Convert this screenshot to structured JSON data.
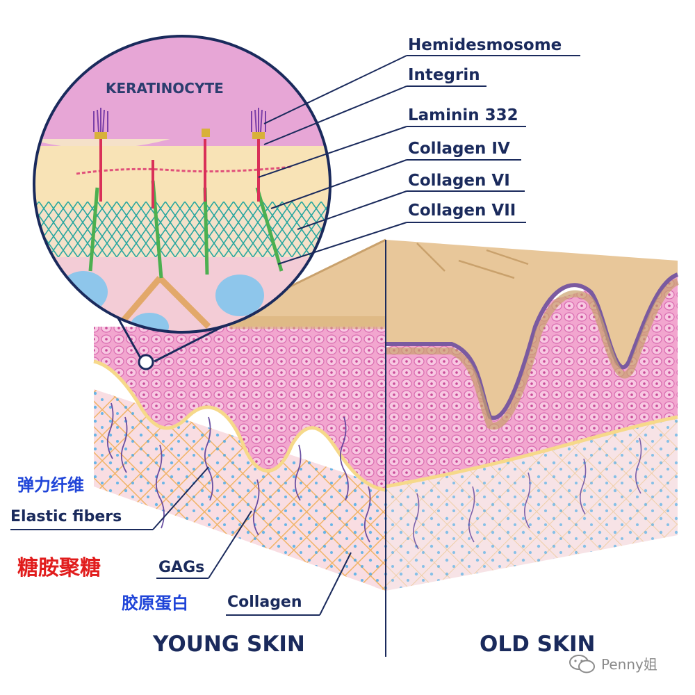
{
  "callout_labels": {
    "hemidesmosome": "Hemidesmosome",
    "integrin": "Integrin",
    "laminin": "Laminin 332",
    "collagen_iv": "Collagen IV",
    "collagen_vi": "Collagen VI",
    "collagen_vii": "Collagen VII"
  },
  "inset": {
    "cell_label": "KERATINOCYTE"
  },
  "dermis_labels": {
    "elastic_cn": "弹力纤维",
    "elastic_en": "Elastic fibers",
    "gags_cn": "糖胺聚糖",
    "gags_en": "GAGs",
    "collagen_cn": "胶原蛋白",
    "collagen_en": "Collagen"
  },
  "panels": {
    "young": "YOUNG SKIN",
    "old": "OLD SKIN"
  },
  "watermark": "Penny姐",
  "colors": {
    "label_text": "#1a2a5c",
    "chinese_blue": "#1f44d8",
    "chinese_red": "#e11c1c",
    "epidermis_pink": "#f2a6cf",
    "dermis_pink": "#f7d7df",
    "collagen_orange": "#f0b468",
    "stratum_tan": "#e8c79a",
    "elastic_purple": "#5b3f9a",
    "gag_blue": "#3aa8e8"
  }
}
